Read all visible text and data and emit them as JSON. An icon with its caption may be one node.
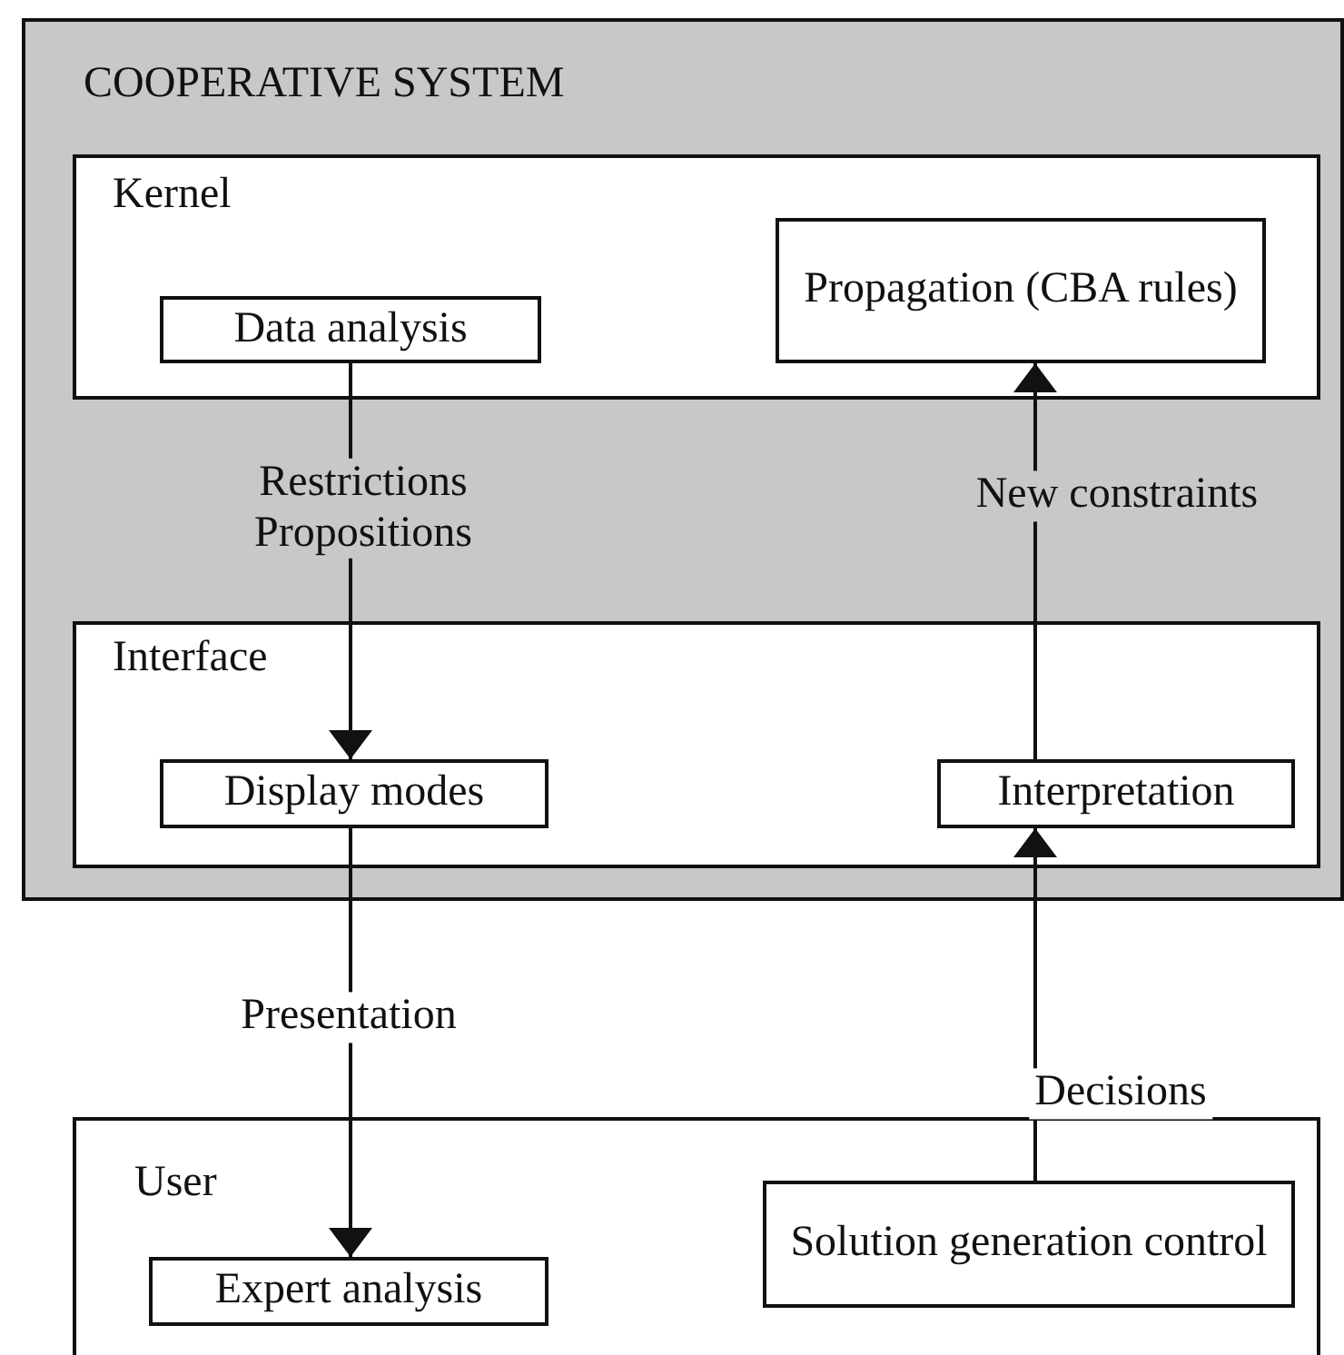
{
  "diagram": {
    "nodes": [
      {
        "text": [
          "COOPERATIVE SYSTEM"
        ]
      },
      {
        "text": [
          "Kernel"
        ],
        "in": 0
      },
      {
        "text": [
          "Data analysis"
        ],
        "in": 1
      },
      {
        "text": [
          "Propagation (CBA rules)"
        ],
        "in": 1
      },
      {
        "text": [
          "Interface"
        ],
        "in": 0
      },
      {
        "text": [
          "Display modes"
        ],
        "in": 4
      },
      {
        "text": [
          "Interpretation"
        ],
        "in": 4
      },
      {
        "text": [
          "User"
        ]
      },
      {
        "text": [
          "Expert analysis"
        ],
        "in": 7
      },
      {
        "text": [
          "Solution generation control"
        ],
        "in": 7
      }
    ],
    "edges": [
      {
        "from": 2,
        "to": 5,
        "arrow": "to",
        "label": "Restrictions Propositions"
      },
      {
        "from": 5,
        "to": 8,
        "arrow": "to",
        "label": "Presentation"
      },
      {
        "from": 9,
        "to": 6,
        "arrow": "to",
        "label": "Decisions"
      },
      {
        "from": 6,
        "to": 3,
        "arrow": "to",
        "label": "New constraints"
      }
    ]
  }
}
